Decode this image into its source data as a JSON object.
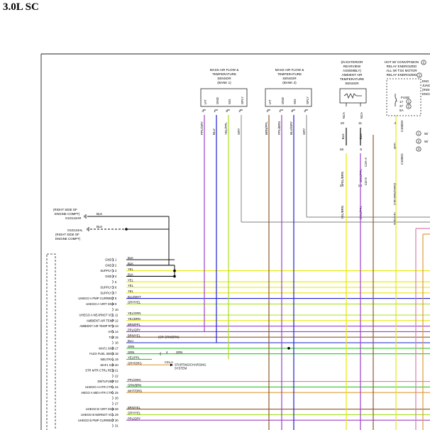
{
  "page_title": "3.0L SC",
  "components": {
    "maf_bank1": [
      "MASS AIR FLOW &",
      "TEMPERATURE",
      "SENSOR",
      "(BANK 1)"
    ],
    "maf_bank2": [
      "MASS AIR FLOW &",
      "TEMPERATURE",
      "SENSOR",
      "(BANK 2)"
    ],
    "ambient": [
      "(IN EXTERIOR",
      "REARVIEW",
      "ASSEMBLY)",
      "AMBIENT AIR",
      "TEMPERATURE",
      "SENSOR"
    ],
    "hot": [
      "HOT W/ CONV/PINION",
      "RELAY ENERGIZED",
      "ALL W/ TSS MOTOR",
      "RELAY ENERGIZED"
    ],
    "circle_2": "2",
    "circle_1": "1",
    "eng_lines": [
      "ENG",
      "JUNC",
      "(RIGH",
      "ENGI"
    ],
    "fuse": [
      "FUSE",
      "17",
      "27",
      "5A"
    ],
    "fuse_circle_1": "1",
    "fuse_circle_2": "2",
    "right_notes": [
      {
        "c": "1",
        "t": "W/"
      },
      {
        "c": "2",
        "t": "W/"
      },
      {
        "c": "3",
        "t": ""
      }
    ],
    "c1060h": "C1060H",
    "c1060c": "C1060C"
  },
  "maf1_pins": [
    {
      "num": "4",
      "name": "IAT",
      "wire": "PPL/GRY"
    },
    {
      "num": "1",
      "name": "GND",
      "wire": "BLU"
    },
    {
      "num": "5",
      "name": "SIG",
      "wire": "YEL/PPL"
    },
    {
      "num": "2",
      "name": "SPLY",
      "wire": "GRY"
    }
  ],
  "maf2_pins": [
    {
      "num": "4",
      "name": "IAT",
      "wire": "BRN/PPL"
    },
    {
      "num": "1",
      "name": "GND",
      "wire": "PPL/BRN"
    },
    {
      "num": "5",
      "name": "SIG",
      "wire": "BLU/GRY"
    },
    {
      "num": "2",
      "name": "SPLY",
      "wire": "GRY"
    }
  ],
  "ambient_pins": [
    {
      "name": "NCA",
      "num": "10",
      "wire": "BLK"
    },
    {
      "name": "NCA",
      "num": "11",
      "wire": "BLK"
    }
  ],
  "ambient_lower": {
    "left_num_a": "16",
    "left_wire_a": "YEL/BRN",
    "right_num_a": "5",
    "right_wire_a": "BRN/PPL",
    "conn_a": "C3A-A",
    "left_num_b": "18",
    "left_wire_b": "YEL/BRN",
    "right_num_b": "13",
    "right_wire_b": "BRN/PPL",
    "conn_b": "C3I-S"
  },
  "fuse_side": {
    "num_a": "4",
    "wire_a": "YEL",
    "num_b": "8",
    "wire_b": "(OR BRN/ORN)",
    "wire_c": "BRN/YEL"
  },
  "grounds": {
    "g1": [
      "(RIGHT SIDE OF",
      "ENGINE COMPT)",
      "G1D124AR"
    ],
    "g1_wire": "BLK",
    "g2": [
      "G1D124AL",
      "(RIGHT SIDE OF",
      "ENGINE COMPT)"
    ],
    "g2_wire": "BLK"
  },
  "pcm_pins": [
    {
      "num": "1",
      "func": "GND 1",
      "wire": "BLK"
    },
    {
      "num": "2",
      "func": "GND 2",
      "wire": "BLK"
    },
    {
      "num": "3",
      "func": "SUPPLY 1",
      "wire": "YEL"
    },
    {
      "num": "4",
      "func": "GND 3",
      "wire": "BLK"
    },
    {
      "num": "5",
      "func": "",
      "wire": "YEL"
    },
    {
      "num": "6",
      "func": "SUPPLY 2",
      "wire": "YEL"
    },
    {
      "num": "7",
      "func": "SUPPLY 3",
      "wire": "YEL"
    },
    {
      "num": "8",
      "func": "UHEGO A PMP CURRENT",
      "wire": "BLU/WHT"
    },
    {
      "num": "9",
      "func": "UHEGO A VIRT GND",
      "wire": "GRY/YEL"
    },
    {
      "num": "10",
      "func": "",
      "wire": ""
    },
    {
      "num": "11",
      "func": "UHEGO A NEARNST VOL",
      "wire": "YEL/GRN"
    },
    {
      "num": "12",
      "func": "AMBIENT AIR TEMP",
      "wire": "YEL/BRN"
    },
    {
      "num": "13",
      "func": "AMBIENT AIR TEMP RTN",
      "wire": "BRN/PPL"
    },
    {
      "num": "14",
      "func": "IAT1",
      "wire": "PPL/GRY"
    },
    {
      "num": "15",
      "func": "TS0",
      "wire": "BRN/YEL"
    },
    {
      "num": "16",
      "func": "",
      "wire": "BLU"
    },
    {
      "num": "17",
      "func": "MAF1 GND",
      "wire": "GRN"
    },
    {
      "num": "18",
      "func": "FLEX FUEL SENS",
      "wire": "GRN"
    },
    {
      "num": "19",
      "func": "NEUTRAL",
      "wire": "YEL/PPL"
    },
    {
      "num": "20",
      "func": "MAF1 SIG",
      "wire": "GRY/ORG"
    },
    {
      "num": "21",
      "func": "STR MTR CTRL REQ",
      "wire": ""
    },
    {
      "num": "22",
      "func": "",
      "wire": ""
    },
    {
      "num": "23",
      "func": "DMTLPUMP",
      "wire": "PPL/ORG"
    },
    {
      "num": "24",
      "func": "UHEGO A HTR CTRL",
      "wire": "GRN/BRN"
    },
    {
      "num": "25",
      "func": "HEGO A MID HTR CTRL",
      "wire": "WHT/ORG"
    },
    {
      "num": "26",
      "func": "",
      "wire": ""
    },
    {
      "num": "27",
      "func": "",
      "wire": ""
    },
    {
      "num": "28",
      "func": "UHEGO B VIRT GND",
      "wire": "BRN/YEL"
    },
    {
      "num": "29",
      "func": "UHEGO B NERNST VOL",
      "wire": "GRY/YEL"
    },
    {
      "num": "30",
      "func": "UHEGO B PMP CURRENT",
      "wire": "PPL/GRY"
    },
    {
      "num": "31",
      "func": "",
      "wire": ""
    }
  ],
  "notes": {
    "or_grn_brn": "(OR GRN/BRN)",
    "c31a_num": "4",
    "c31a_wire": "GRN",
    "c31a": "C31-A",
    "starting": [
      "STARTING/CHARGING",
      "SYSTEM"
    ]
  },
  "colors": {
    "yellow": "#e8e800",
    "blue": "#1f1fd6",
    "purple": "#9b40c8",
    "green": "#2fc82f",
    "lime": "#a8e020",
    "orange": "#e09a3a",
    "pink": "#e07ab0",
    "brown": "#8a5a2a",
    "gray": "#9a9a9a",
    "black": "#111111"
  }
}
